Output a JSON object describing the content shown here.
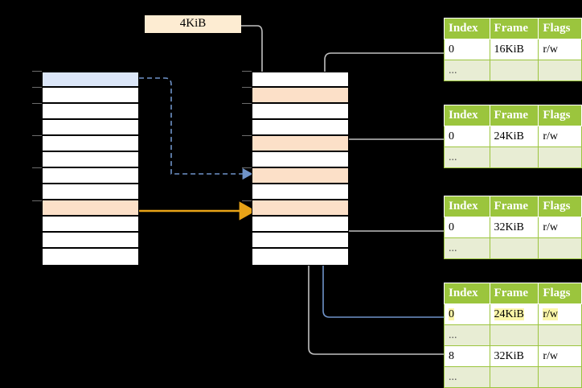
{
  "diagram": {
    "title_label": "4KiB",
    "virtual_column": {
      "name": "virtual-address-space-column",
      "rows": 12,
      "highlights": {
        "blue_row_index": 0,
        "peach_row_index": 8
      }
    },
    "physical_column": {
      "name": "physical-memory-column",
      "rows": 12,
      "peach_row_indices": [
        1,
        4,
        6,
        8
      ]
    },
    "tables": [
      {
        "name": "page-table-level-1",
        "headers": [
          "Index",
          "Frame",
          "Flags"
        ],
        "rows": [
          {
            "index": "0",
            "frame": "16KiB",
            "flags": "r/w",
            "highlight": false
          },
          {
            "index": "...",
            "frame": "",
            "flags": "",
            "ellipsis": true
          }
        ]
      },
      {
        "name": "page-table-level-2",
        "headers": [
          "Index",
          "Frame",
          "Flags"
        ],
        "rows": [
          {
            "index": "0",
            "frame": "24KiB",
            "flags": "r/w",
            "highlight": false
          },
          {
            "index": "...",
            "frame": "",
            "flags": "",
            "ellipsis": true
          }
        ]
      },
      {
        "name": "page-table-level-3",
        "headers": [
          "Index",
          "Frame",
          "Flags"
        ],
        "rows": [
          {
            "index": "0",
            "frame": "32KiB",
            "flags": "r/w",
            "highlight": false
          },
          {
            "index": "...",
            "frame": "",
            "flags": "",
            "ellipsis": true
          }
        ]
      },
      {
        "name": "page-table-level-4",
        "headers": [
          "Index",
          "Frame",
          "Flags"
        ],
        "rows": [
          {
            "index": "0",
            "frame": "24KiB",
            "flags": "r/w",
            "highlight": true
          },
          {
            "index": "...",
            "frame": "",
            "flags": "",
            "ellipsis": true
          },
          {
            "index": "8",
            "frame": "32KiB",
            "flags": "r/w",
            "highlight": false
          },
          {
            "index": "...",
            "frame": "",
            "flags": "",
            "ellipsis": true
          }
        ]
      }
    ],
    "colors": {
      "background": "#000000",
      "table_header_green": "#9bc53d",
      "table_ellipsis_green": "#e8edd4",
      "peach_highlight": "#fce0c8",
      "blue_highlight": "#dbe6f8",
      "yellow_highlight": "#fbf6a8",
      "size_label_bg": "#fdecd2",
      "orange_arrow": "#e8a317",
      "blue_arrow": "#6f93c9",
      "gray_wire": "#c8c8c8"
    }
  }
}
